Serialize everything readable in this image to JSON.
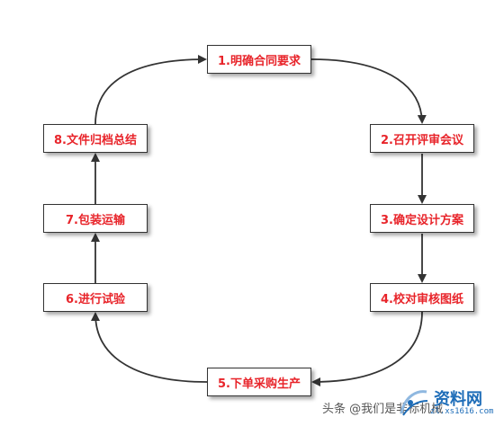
{
  "steps": [
    {
      "label": "1.明确合同要求"
    },
    {
      "label": "2.召开评审会议"
    },
    {
      "label": "3.确定设计方案"
    },
    {
      "label": "4.校对审核图纸"
    },
    {
      "label": "5.下单采购生产"
    },
    {
      "label": "6.进行试验"
    },
    {
      "label": "7.包装运输"
    },
    {
      "label": "8.文件归档总结"
    }
  ],
  "colors": {
    "step_text": "#e8242a",
    "arrow": "#333333",
    "logo": "#1e6db8"
  },
  "watermark": {
    "text": "头条 @我们是非标机械",
    "logo_word": "资料网",
    "logo_url": "zl.xs1616.com"
  }
}
